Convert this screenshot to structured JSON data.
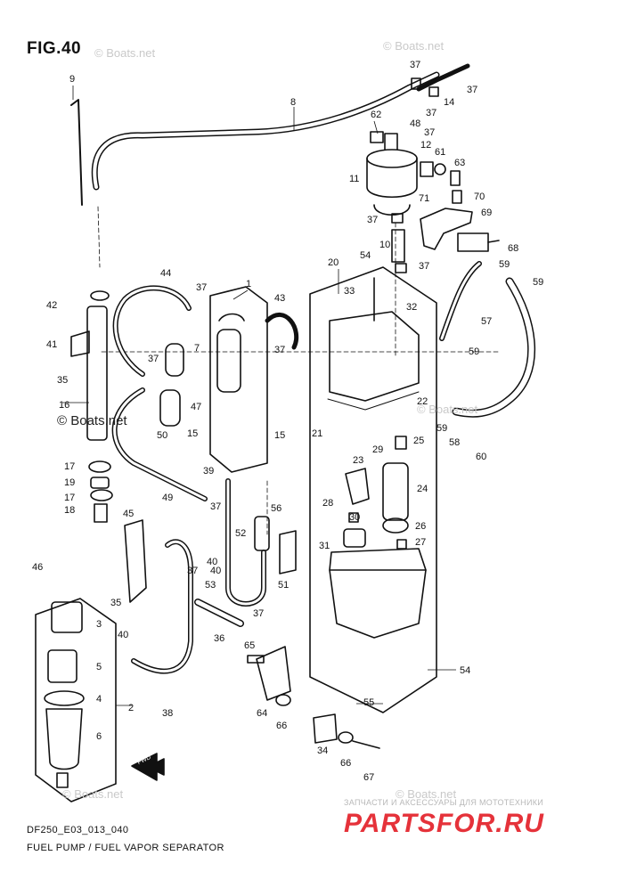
{
  "figure_label": "FIG.40",
  "diagram_code": "DF250_E03_013_040",
  "diagram_title": "FUEL PUMP / FUEL VAPOR SEPARATOR",
  "watermarks": [
    "© Boats.net",
    "© Boats.net",
    "© Boats.net",
    "© Boats.net",
    "© Boats.net"
  ],
  "watermark_inline": "© Boats.net",
  "brand": {
    "subtitle": "ЗАПЧАСТИ И АКСЕССУАРЫ ДЛЯ МОТОТЕХНИКИ",
    "name": "PARTSFOR.RU",
    "color": "#e5323a"
  },
  "fwd_label": "FWD",
  "callouts": [
    "9",
    "8",
    "37",
    "37",
    "14",
    "37",
    "48",
    "62",
    "37",
    "12",
    "61",
    "63",
    "11",
    "71",
    "70",
    "69",
    "37",
    "10",
    "68",
    "54",
    "37",
    "59",
    "59",
    "1",
    "20",
    "44",
    "37",
    "43",
    "33",
    "32",
    "57",
    "42",
    "7",
    "37",
    "37",
    "59",
    "41",
    "35",
    "47",
    "22",
    "16",
    "21",
    "59",
    "58",
    "15",
    "15",
    "25",
    "50",
    "29",
    "60",
    "17",
    "39",
    "23",
    "19",
    "49",
    "28",
    "24",
    "17",
    "18",
    "37",
    "56",
    "30",
    "52",
    "45",
    "26",
    "31",
    "27",
    "40",
    "46",
    "40",
    "51",
    "53",
    "37",
    "3",
    "35",
    "37",
    "36",
    "40",
    "5",
    "65",
    "54",
    "4",
    "2",
    "55",
    "64",
    "66",
    "38",
    "6",
    "34",
    "66",
    "67"
  ]
}
